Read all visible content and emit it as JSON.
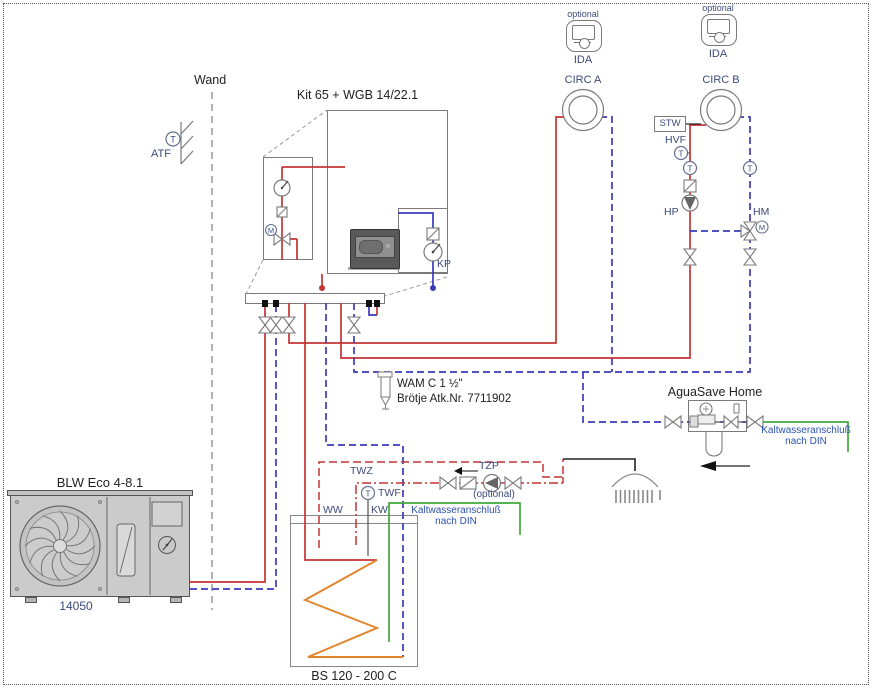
{
  "colors": {
    "pipe_red": "#c43434",
    "pipe_blue": "#3a3abb",
    "pipe_green": "#3faa3a",
    "coil_orange": "#e2862e",
    "outline_gray": "#7a7a7a",
    "label_blue": "#3b4a7a",
    "note_blue": "#2a52b0"
  },
  "labels": {
    "wall": "Wand",
    "atf": "ATF",
    "boiler_title": "Kit 65 + WGB 14/22.1",
    "kp": "KP",
    "ida_a": {
      "optional": "optional",
      "name": "IDA"
    },
    "ida_b": {
      "optional": "optional",
      "name": "IDA"
    },
    "circ_a": "CIRC A",
    "circ_b": "CIRC B",
    "stw": "STW",
    "hvf": "HVF",
    "hp": "HP",
    "hm": "HM",
    "wam_line1": "WAM C 1 ½\"",
    "wam_line2": "Brötje Atk.Nr. 7711902",
    "aguasave": "AguaSave Home",
    "cold_water_right_l1": "Kaltwasseranschluß",
    "cold_water_right_l2": "nach DIN",
    "cold_water_tank_l1": "Kaltwasseranschluß",
    "cold_water_tank_l2": "nach DIN",
    "heatpump_title": "BLW Eco 4-8.1",
    "heatpump_code": "14050",
    "twz": "TWZ",
    "twf": "TWF",
    "tzp": "TZP",
    "tzp_optional": "(optional)",
    "ww": "WW",
    "kw": "KW",
    "tank": "BS 120 - 200 C",
    "sensor_t": "T",
    "motor_m": "M"
  }
}
